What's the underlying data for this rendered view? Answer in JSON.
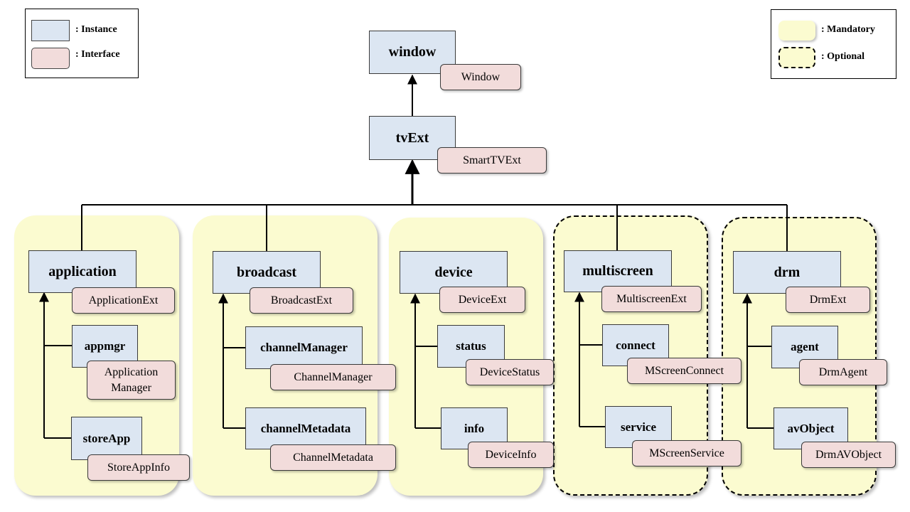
{
  "legend_left": {
    "instance_label": ": Instance",
    "interface_label": ": Interface"
  },
  "legend_right": {
    "mandatory_label": ": Mandatory",
    "optional_label": ": Optional"
  },
  "window": {
    "instance": "window",
    "interface": "Window"
  },
  "tvext": {
    "instance": "tvExt",
    "interface": "SmartTVExt"
  },
  "groups": [
    {
      "instance": "application",
      "interface": "ApplicationExt",
      "optional": false,
      "children": [
        {
          "instance": "appmgr",
          "interface_line1": "Application",
          "interface_line2": "Manager"
        },
        {
          "instance": "storeApp",
          "interface": "StoreAppInfo"
        }
      ]
    },
    {
      "instance": "broadcast",
      "interface": "BroadcastExt",
      "optional": false,
      "children": [
        {
          "instance": "channelManager",
          "interface": "ChannelManager"
        },
        {
          "instance": "channelMetadata",
          "interface": "ChannelMetadata"
        }
      ]
    },
    {
      "instance": "device",
      "interface": "DeviceExt",
      "optional": false,
      "children": [
        {
          "instance": "status",
          "interface": "DeviceStatus"
        },
        {
          "instance": "info",
          "interface": "DeviceInfo"
        }
      ]
    },
    {
      "instance": "multiscreen",
      "interface": "MultiscreenExt",
      "optional": true,
      "children": [
        {
          "instance": "connect",
          "interface": "MScreenConnect"
        },
        {
          "instance": "service",
          "interface": "MScreenService"
        }
      ]
    },
    {
      "instance": "drm",
      "interface": "DrmExt",
      "optional": true,
      "children": [
        {
          "instance": "agent",
          "interface": "DrmAgent"
        },
        {
          "instance": "avObject",
          "interface": "DrmAVObject"
        }
      ]
    }
  ],
  "colors": {
    "instance": "#dce6f2",
    "interface": "#f2dcdb",
    "group": "#fbfbd0"
  }
}
